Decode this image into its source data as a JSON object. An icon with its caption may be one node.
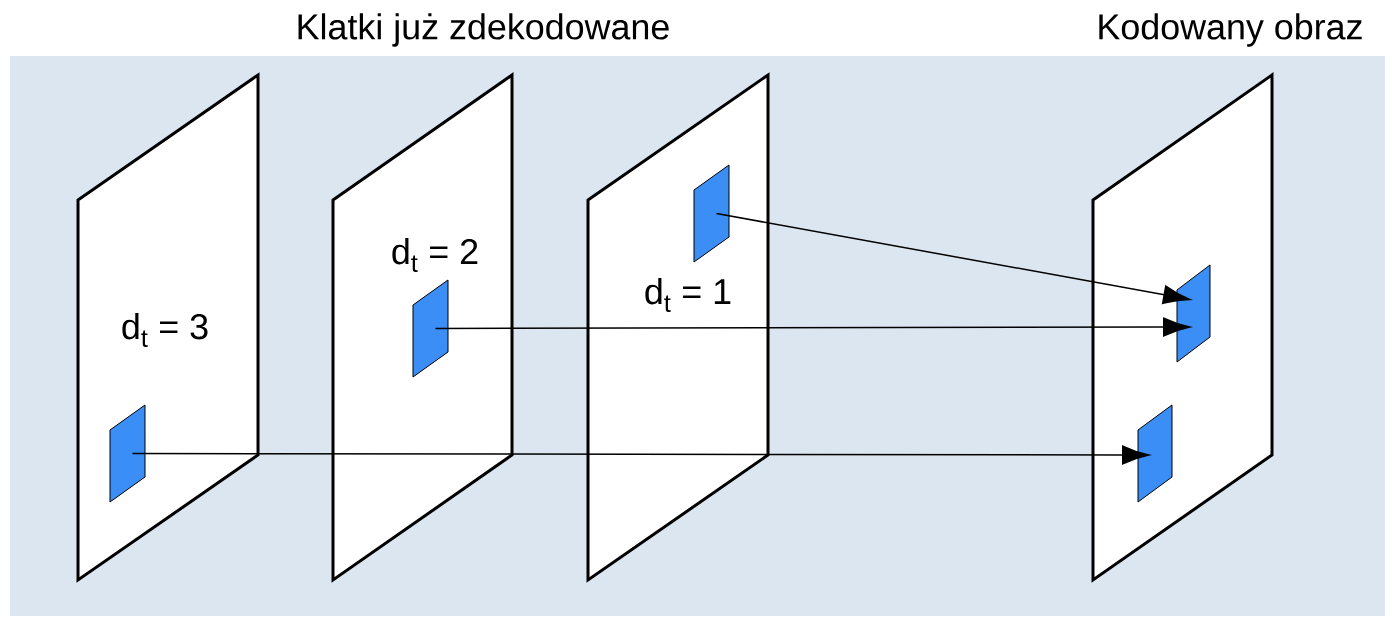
{
  "diagram": {
    "nodes": [
      {
        "text": [
          "d$_{t}$ = 3"
        ]
      },
      {
        "text": [],
        "shape": "box",
        "in": 0
      },
      {
        "text": [
          "d$_{t}$ = 2"
        ]
      },
      {
        "text": [],
        "shape": "box",
        "in": 2
      },
      {
        "text": [
          "d$_{t}$ = 1"
        ]
      },
      {
        "text": [],
        "shape": "box",
        "in": 4
      },
      {
        "text": [
          "Kodowany obraz"
        ]
      },
      {
        "text": [],
        "shape": "box",
        "in": 6
      },
      {
        "text": [],
        "shape": "box",
        "in": 6
      }
    ],
    "edges": [
      {
        "from": 5,
        "to": 7,
        "arrow": "to"
      },
      {
        "from": 3,
        "to": 7,
        "arrow": "to"
      },
      {
        "from": 1,
        "to": 8,
        "arrow": "to"
      }
    ],
    "labels": [
      "Klatki już zdekodowane"
    ]
  }
}
